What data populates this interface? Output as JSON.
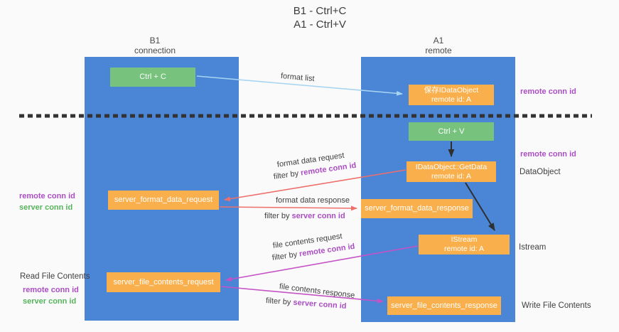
{
  "title": {
    "line1": "B1 - Ctrl+C",
    "line2": "A1 - Ctrl+V"
  },
  "lanes": {
    "left": {
      "name": "B1",
      "role": "connection"
    },
    "right": {
      "name": "A1",
      "role": "remote"
    }
  },
  "nodes": {
    "ctrl_c": {
      "label": "Ctrl + C"
    },
    "save_idataobject": {
      "line1": "保存IDataObject",
      "line2": "remote id: A"
    },
    "ctrl_v": {
      "label": "Ctrl + V"
    },
    "idataobject_getdata": {
      "line1": "IDataObject::GetData",
      "line2": "remote id: A"
    },
    "server_format_data_request": {
      "label": "server_format_data_request"
    },
    "server_format_data_response": {
      "label": "server_format_data_response"
    },
    "istream": {
      "line1": "IStream",
      "line2": "remote id: A"
    },
    "server_file_contents_request": {
      "label": "server_file_contents_request"
    },
    "server_file_contents_response": {
      "label": "server_file_contents_response"
    }
  },
  "edge_labels": {
    "format_list": "format list",
    "format_data_request": "format data request",
    "format_data_response": "format data response",
    "file_contents_request": "file contents request",
    "file_contents_response": "file contents response",
    "filter_by": "filter by ",
    "remote_conn_id": "remote conn id",
    "server_conn_id": "server conn id"
  },
  "annotations": {
    "right_top_remote_conn_id": "remote conn id",
    "right_mid_remote_conn_id": "remote conn id",
    "dataobject": "DataObject",
    "istream": "Istream",
    "write_file_contents": "Write File Contents",
    "left_remote_conn_id": "remote conn id",
    "left_server_conn_id": "server conn id",
    "read_file_contents": "Read File Contents",
    "left_bottom_remote_conn_id": "remote conn id",
    "left_bottom_server_conn_id": "server conn id"
  },
  "colors": {
    "lane_blue": "#4a85d6",
    "node_green": "#77c37d",
    "node_orange": "#f9af4b",
    "arrow_lightblue": "#a6d4f2",
    "arrow_red": "#ef6f6b",
    "arrow_magenta": "#c653c6",
    "arrow_black": "#2f2f2f",
    "text_purple": "#ab4ec4",
    "text_green": "#56b45c",
    "dashed_line": "#333333"
  }
}
